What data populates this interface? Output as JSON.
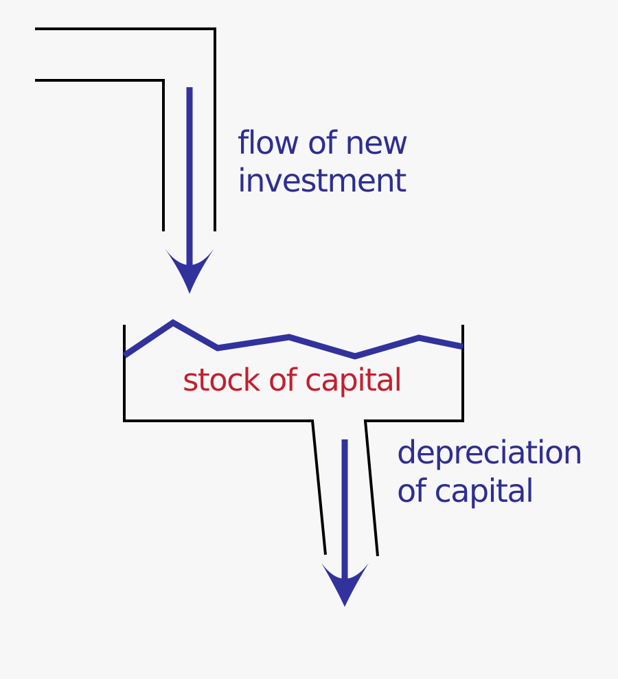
{
  "background_color": "#f7f7f8",
  "colors": {
    "outline_black": "#000000",
    "diagram_blue": "#32329d",
    "label_blue": "#2e2e91",
    "label_red": "#c2202f"
  },
  "labels": {
    "investment": {
      "line1": "flow of new",
      "line2": "investment"
    },
    "stock": {
      "text": "stock of capital"
    },
    "depreciation": {
      "line1": "depreciation",
      "line2": "of capital"
    }
  }
}
